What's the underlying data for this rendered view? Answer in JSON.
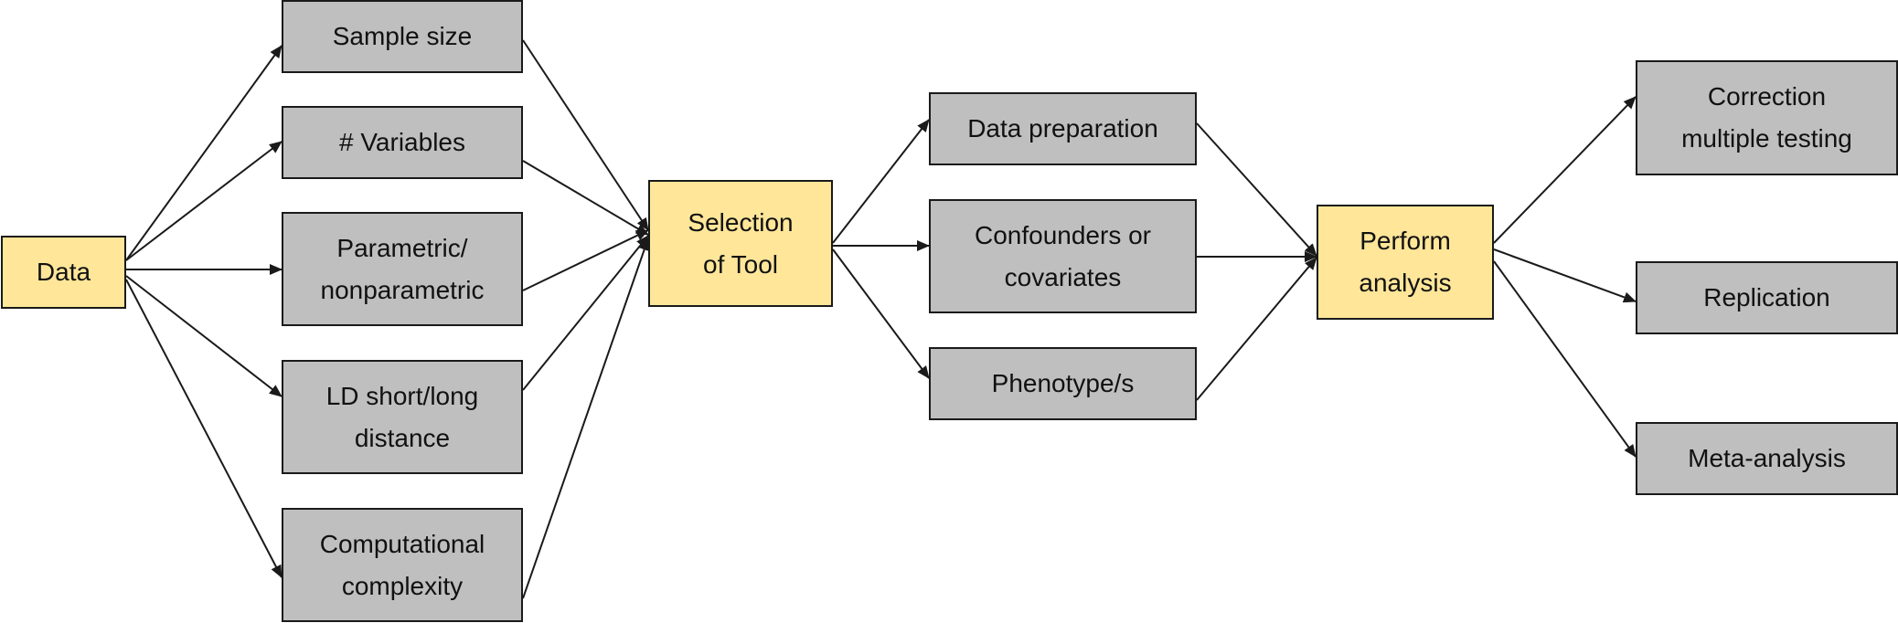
{
  "colors": {
    "grey_box": "#bfbfbf",
    "yellow_box": "#ffe699",
    "line": "#1a1a1a"
  },
  "nodes": {
    "data": "Data",
    "sample_size": "Sample size",
    "variables": "# Variables",
    "parametric": "Parametric/\nnonparametric",
    "ld": "LD short/long\ndistance",
    "computational": "Computational\ncomplexity",
    "selection": "Selection\nof Tool",
    "data_prep": "Data preparation",
    "confounders": "Confounders or\ncovariates",
    "phenotype": "Phenotype/s",
    "perform": "Perform\nanalysis",
    "correction": "Correction\nmultiple testing",
    "replication": "Replication",
    "meta": "Meta-analysis"
  },
  "edges": [
    [
      "data",
      "sample_size"
    ],
    [
      "data",
      "variables"
    ],
    [
      "data",
      "parametric"
    ],
    [
      "data",
      "ld"
    ],
    [
      "data",
      "computational"
    ],
    [
      "sample_size",
      "selection"
    ],
    [
      "variables",
      "selection"
    ],
    [
      "parametric",
      "selection"
    ],
    [
      "ld",
      "selection"
    ],
    [
      "computational",
      "selection"
    ],
    [
      "selection",
      "data_prep"
    ],
    [
      "selection",
      "confounders"
    ],
    [
      "selection",
      "phenotype"
    ],
    [
      "data_prep",
      "perform"
    ],
    [
      "confounders",
      "perform"
    ],
    [
      "phenotype",
      "perform"
    ],
    [
      "perform",
      "correction"
    ],
    [
      "perform",
      "replication"
    ],
    [
      "perform",
      "meta"
    ]
  ]
}
